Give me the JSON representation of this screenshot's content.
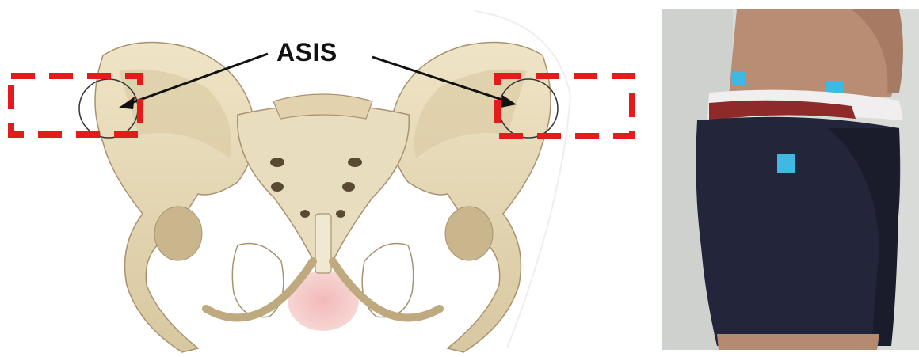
{
  "labels": {
    "asis": "ASIS"
  },
  "colors": {
    "highlight_box": "#e41b1b",
    "bone": "#e8dcbc",
    "bone_shadow": "#b9a57c",
    "shorts": "#23263a",
    "skin": "#b98d74",
    "marker": "#3fb8e2",
    "background_wall": "#d9dbd9"
  },
  "icons": {
    "pelvis_illustration": "pelvis-illustration",
    "side_photo": "hip-side-photo"
  }
}
